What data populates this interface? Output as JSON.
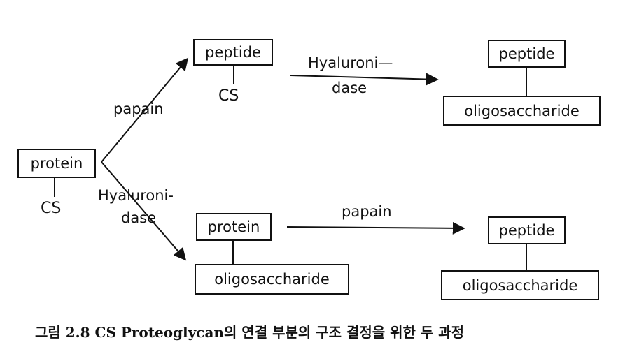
{
  "nodes": {
    "protein_start": "protein",
    "cs_start": "CS",
    "peptide_top": "peptide",
    "cs_top": "CS",
    "peptide_top_right": "peptide",
    "oligo_top_right": "oligosaccharide",
    "protein_bottom": "protein",
    "oligo_bottom": "oligosaccharide",
    "peptide_bottom_right": "peptide",
    "oligo_bottom_right": "oligosaccharide"
  },
  "edges": {
    "papain_upper": "papain",
    "hyaluronidase_upper_line1": "Hyaluroni—",
    "hyaluronidase_upper_line2": "dase",
    "hyaluronidase_lower_line1": "Hyaluroni-",
    "hyaluronidase_lower_line2": "dase",
    "papain_lower": "papain"
  },
  "caption": "그림 2.8  CS Proteoglycan의  연결  부분의 구조 결정을 위한 두 과정"
}
